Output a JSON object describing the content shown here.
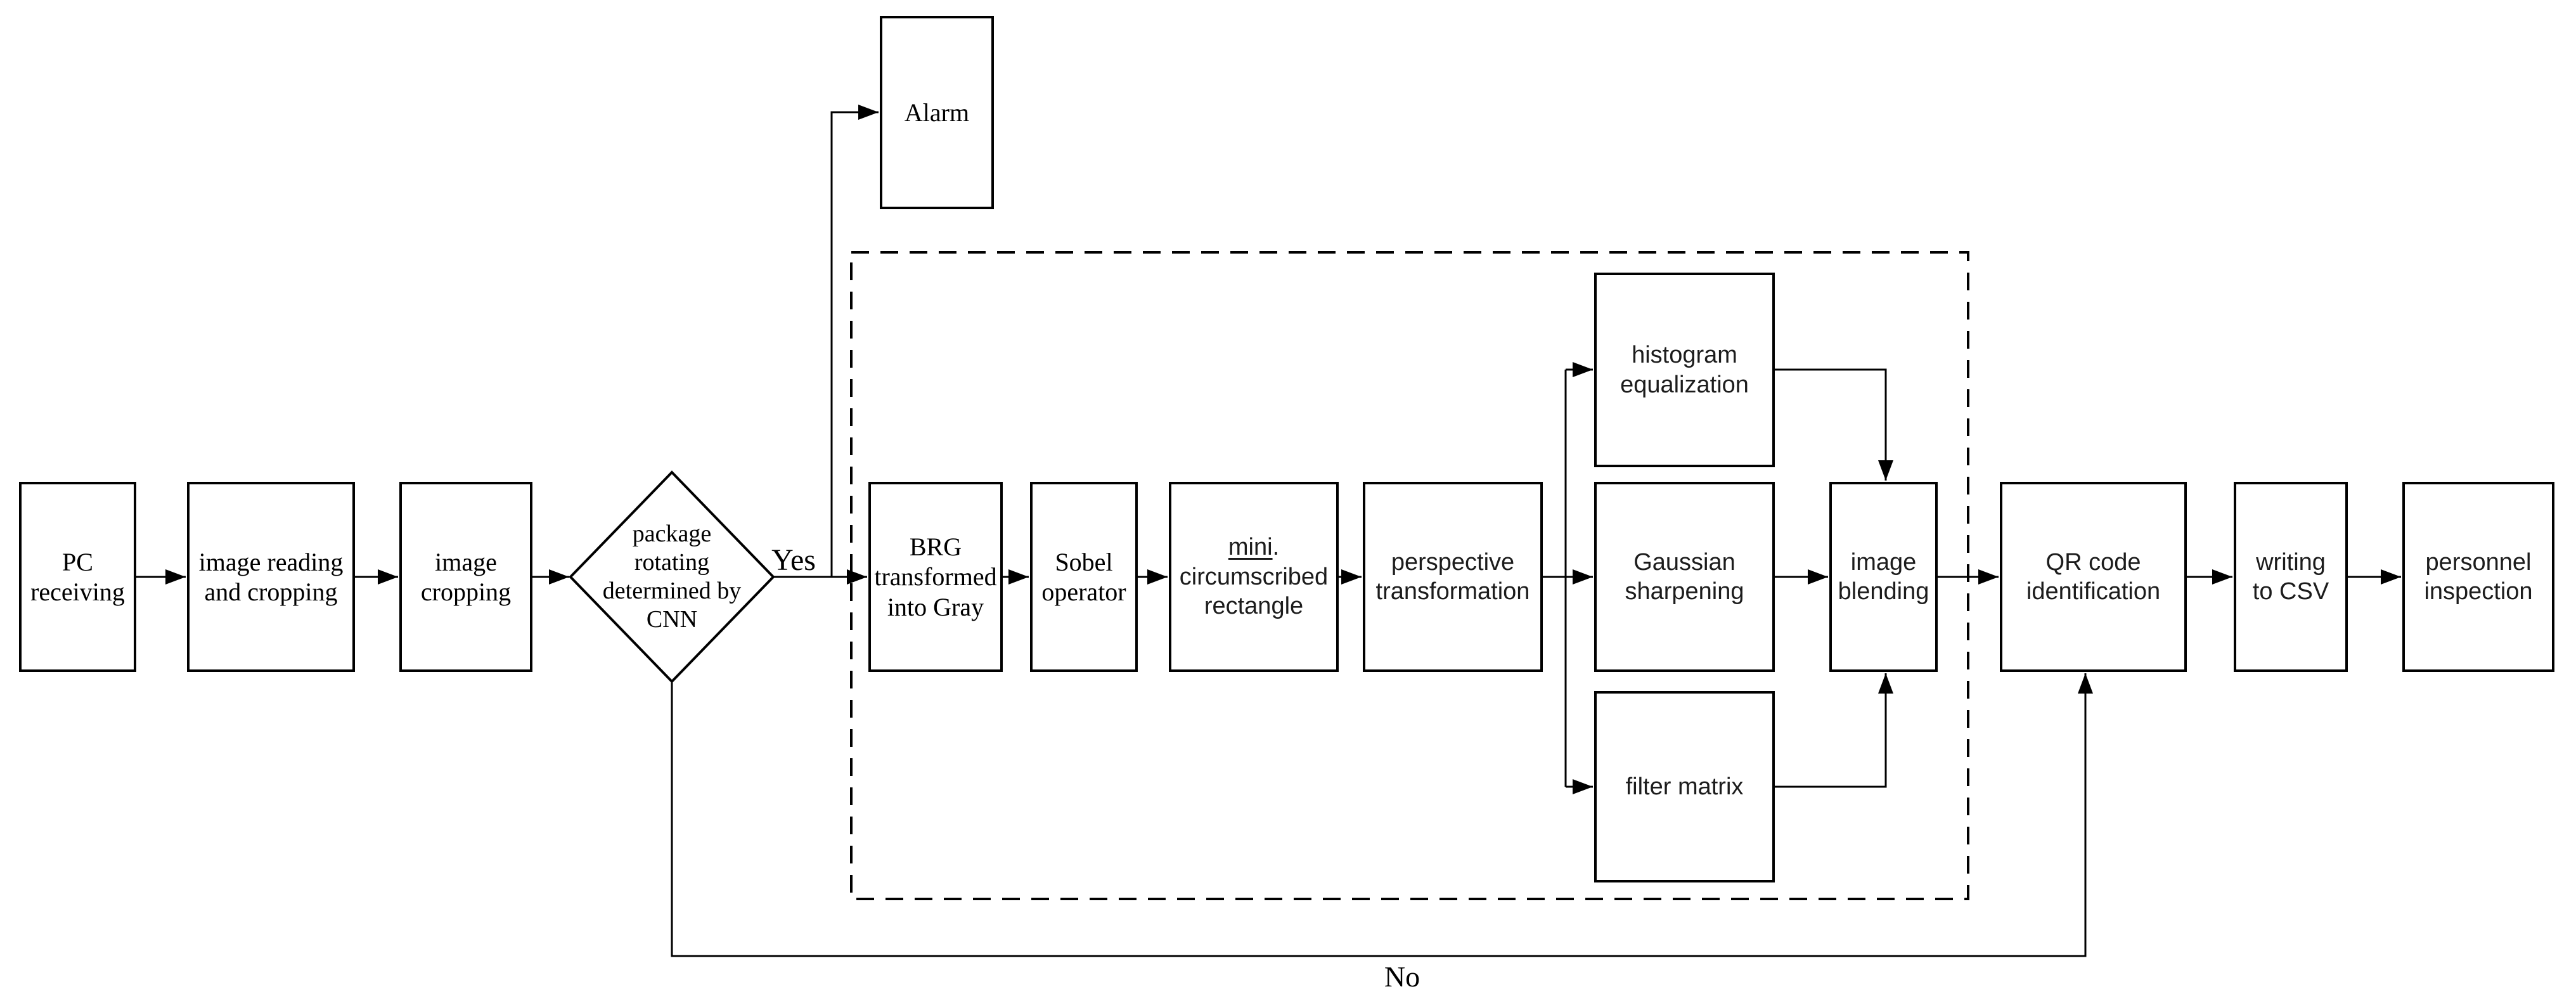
{
  "flowchart": {
    "nodes": {
      "pc_receiving": {
        "label": "PC\nreceiving"
      },
      "image_reading": {
        "label": "image reading\nand cropping"
      },
      "image_cropping": {
        "label": "image\ncropping"
      },
      "cnn_decision": {
        "label": "package\nrotating\ndetermined by\nCNN"
      },
      "alarm": {
        "label": "Alarm"
      },
      "brg_to_gray": {
        "label": "BRG\ntransformed\ninto Gray"
      },
      "sobel": {
        "label": "Sobel\noperator"
      },
      "mini_rect": {
        "word": "mini",
        "dot": ".",
        "rest": "circumscribed\nrectangle"
      },
      "perspective": {
        "label": "perspective\ntransformation"
      },
      "histogram": {
        "label": "histogram\nequalization"
      },
      "gaussian": {
        "label": "Gaussian\nsharpening"
      },
      "filter_matrix": {
        "label": "filter matrix"
      },
      "image_blending": {
        "label": "image\nblending"
      },
      "qr_code": {
        "label": "QR code\nidentification"
      },
      "write_csv": {
        "label": "writing\nto CSV"
      },
      "personnel": {
        "label": "personnel\ninspection"
      }
    },
    "edge_labels": {
      "yes": "Yes",
      "no": "No"
    },
    "colors": {
      "stroke": "#000000",
      "background": "#ffffff",
      "text": "#000000"
    }
  }
}
